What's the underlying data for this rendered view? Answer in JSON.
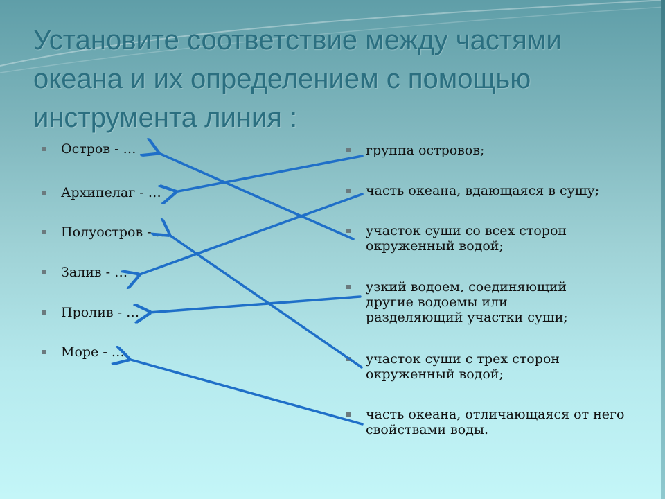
{
  "title": "Установите соответствие между частями океана и их определением с помощью инструмента линия :",
  "terms": [
    "Остров  - …",
    "Архипелаг - …",
    "Полуостров - …",
    "Залив - …",
    "Пролив - …",
    "Море - …"
  ],
  "definitions": [
    "группа островов;",
    "часть океана, вдающаяся в сушу;",
    "участок суши со всех сторон окруженный водой;",
    "узкий водоем, соединяющий другие водоемы или разделяющий участки суши;",
    "участок суши с трех сторон окруженный водой;",
    "часть  океана, отличающаяся от него свойствами воды."
  ],
  "matches": [
    {
      "definition": 2,
      "term": 0
    },
    {
      "definition": 0,
      "term": 1
    },
    {
      "definition": 1,
      "term": 3
    },
    {
      "definition": 3,
      "term": 4
    },
    {
      "definition": 4,
      "term": 2
    },
    {
      "definition": 5,
      "term": 5
    }
  ],
  "colors": {
    "arrow": "#1f6fc8",
    "title": "#2b6f80"
  }
}
